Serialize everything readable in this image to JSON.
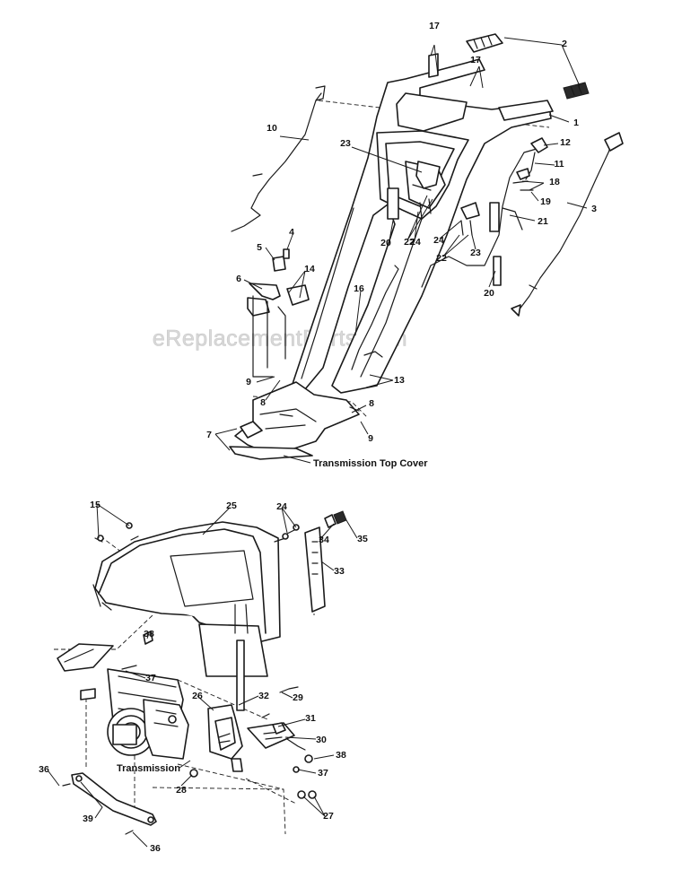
{
  "watermark": "eReplacementParts.com",
  "captions": {
    "transmission_top_cover": "Transmission Top Cover",
    "transmission": "Transmission"
  },
  "callouts": [
    "17",
    "17",
    "2",
    "1",
    "10",
    "23",
    "12",
    "11",
    "18",
    "19",
    "3",
    "21",
    "4",
    "5",
    "14",
    "6",
    "20",
    "24",
    "22",
    "24",
    "22",
    "23",
    "20",
    "16",
    "13",
    "9",
    "8",
    "8",
    "9",
    "7",
    "15",
    "25",
    "24",
    "34",
    "35",
    "33",
    "38",
    "37",
    "26",
    "32",
    "29",
    "31",
    "30",
    "38",
    "37",
    "36",
    "28",
    "27",
    "39",
    "36"
  ]
}
